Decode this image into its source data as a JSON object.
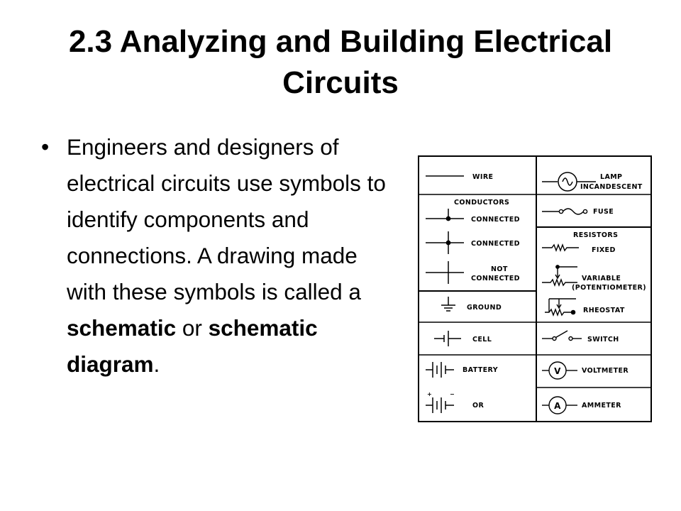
{
  "slide": {
    "title_line1": "2.3  Analyzing and Building Electrical",
    "title_line2": "Circuits",
    "bullet": {
      "part1": "Engineers and designers of electrical circuits use symbols to identify components and connections. A drawing made with these symbols is called a ",
      "bold1": "schematic",
      "part2": " or ",
      "bold2": "schematic diagram",
      "part3": "."
    }
  },
  "symbols_table": {
    "left": {
      "wire": "WIRE",
      "conductors_header": "CONDUCTORS",
      "connected_1": "CONNECTED",
      "connected_2": "CONNECTED",
      "not_connected_1": "NOT",
      "not_connected_2": "CONNECTED",
      "ground": "GROUND",
      "cell": "CELL",
      "battery": "BATTERY",
      "plus": "+",
      "minus": "−",
      "or": "OR"
    },
    "right": {
      "lamp_1": "LAMP",
      "lamp_2": "INCANDESCENT",
      "fuse": "FUSE",
      "resistors_header": "RESISTORS",
      "fixed": "FIXED",
      "variable_1": "VARIABLE",
      "variable_2": "(POTENTIOMETER)",
      "rheostat": "RHEOSTAT",
      "switch": "SWITCH",
      "voltmeter": "VOLTMETER",
      "voltmeter_glyph": "V",
      "ammeter": "AMMETER",
      "ammeter_glyph": "A"
    }
  }
}
